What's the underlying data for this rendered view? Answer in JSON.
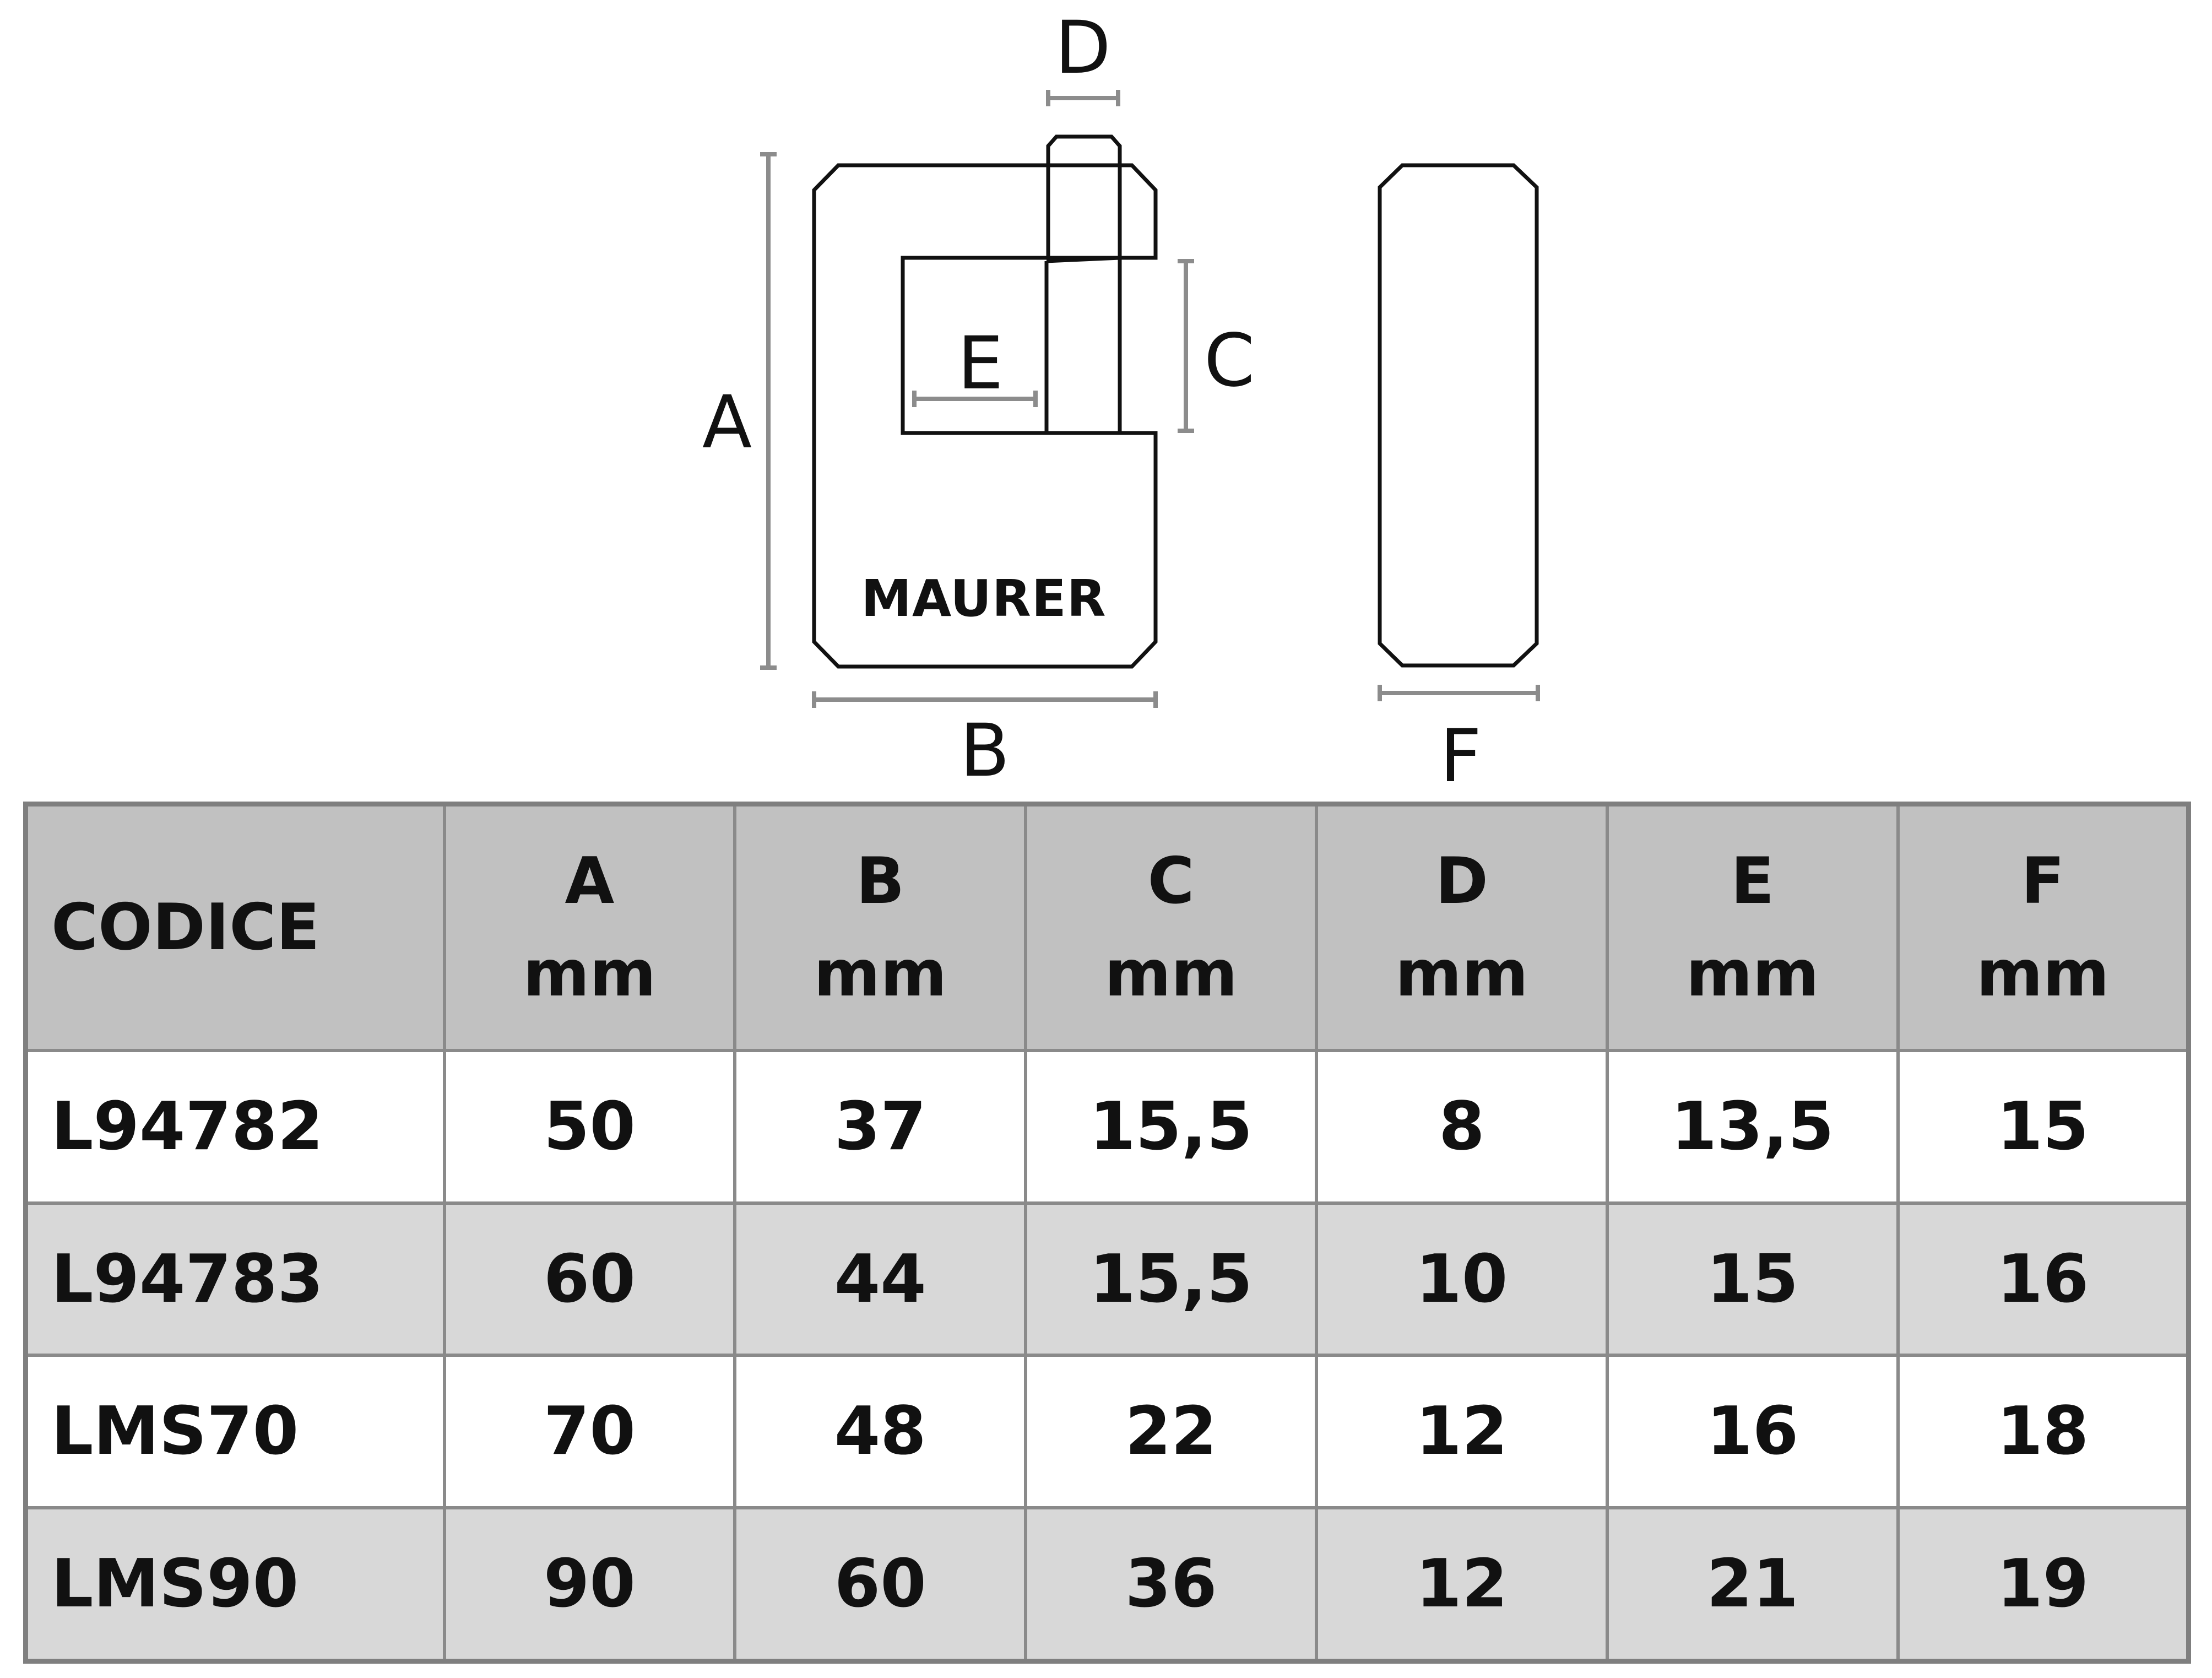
{
  "diagram": {
    "labels": {
      "a": "A",
      "b": "B",
      "c": "C",
      "d": "D",
      "e": "E",
      "f": "F"
    },
    "brand": "MAURER",
    "colors": {
      "outline": "#111111",
      "dimension": "#8c8c8c"
    }
  },
  "table": {
    "headers": [
      {
        "letter": "CODICE",
        "unit": ""
      },
      {
        "letter": "A",
        "unit": "mm"
      },
      {
        "letter": "B",
        "unit": "mm"
      },
      {
        "letter": "C",
        "unit": "mm"
      },
      {
        "letter": "D",
        "unit": "mm"
      },
      {
        "letter": "E",
        "unit": "mm"
      },
      {
        "letter": "F",
        "unit": "mm"
      }
    ],
    "rows": [
      [
        "L94782",
        "50",
        "37",
        "15,5",
        "8",
        "13,5",
        "15"
      ],
      [
        "L94783",
        "60",
        "44",
        "15,5",
        "10",
        "15",
        "16"
      ],
      [
        "LMS70",
        "70",
        "48",
        "22",
        "12",
        "16",
        "18"
      ],
      [
        "LMS90",
        "90",
        "60",
        "36",
        "12",
        "21",
        "19"
      ]
    ],
    "colors": {
      "header_bg": "#c1c1c1",
      "alt_row_bg": "#d8d8d8",
      "grid": "#8a8a8a"
    }
  }
}
